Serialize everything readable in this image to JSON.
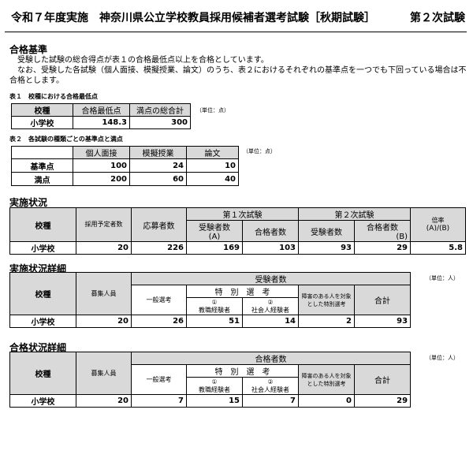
{
  "title": {
    "left": "令和７年度実施　神奈川県公立学校教員採用候補者選考試験［秋期試験］",
    "right": "第２次試験"
  },
  "pass_criteria": {
    "heading": "合格基準",
    "line1": "受験した試験の総合得点が表１の合格最低点以上を合格としています。",
    "line2": "なお、受験した各試験（個人面接、模擬授業、論文）のうち、表２におけるそれぞれの基準点を一つでも下回っている場合は不合格とします。"
  },
  "table1": {
    "caption": "表１　校種における合格最低点",
    "unit": "（単位：点）",
    "headers": [
      "校種",
      "合格最低点",
      "満点の総合計"
    ],
    "rows": [
      [
        "小学校",
        "148.3",
        "300"
      ]
    ]
  },
  "table2": {
    "caption": "表２　各試験の種類ごとの基準点と満点",
    "unit": "（単位：点）",
    "headers": [
      "",
      "個人面接",
      "模擬授業",
      "論文"
    ],
    "rows": [
      [
        "基準点",
        "100",
        "24",
        "10"
      ],
      [
        "満点",
        "200",
        "60",
        "40"
      ]
    ]
  },
  "status": {
    "heading": "実施状況",
    "h_school": "校種",
    "h_planned": "採用予定者数",
    "h_applicants": "応募者数",
    "h_first": "第１次試験",
    "h_second": "第２次試験",
    "h_examinees_a": "受験者数",
    "h_a": "(A)",
    "h_pass1": "合格者数",
    "h_examinees2": "受験者数",
    "h_pass2": "合格者数",
    "h_b": "(B)",
    "h_ratio": "倍率",
    "h_ratio_sub": "(A)/(B)",
    "row": [
      "小学校",
      "20",
      "226",
      "169",
      "103",
      "93",
      "29",
      "5.8"
    ]
  },
  "detail": {
    "heading": "実施状況詳細",
    "unit": "（単位：人）",
    "h_school": "校種",
    "h_recruit": "募集人員",
    "h_group": "受験者数",
    "h_general": "一般選考",
    "h_special": "特　別　選　考",
    "h_teacher_num": "①",
    "h_teacher": "教職経験者",
    "h_society_num": "②",
    "h_society": "社会人経験者",
    "h_disability": "障害のある人を対象とした特別選考",
    "h_total": "合計",
    "row": [
      "小学校",
      "20",
      "26",
      "51",
      "14",
      "2",
      "93"
    ]
  },
  "pass_detail": {
    "heading": "合格状況詳細",
    "unit": "（単位：人）",
    "h_school": "校種",
    "h_recruit": "募集人員",
    "h_group": "合格者数",
    "h_general": "一般選考",
    "h_special": "特　別　選　考",
    "h_teacher_num": "①",
    "h_teacher": "教職経験者",
    "h_society_num": "②",
    "h_society": "社会人経験者",
    "h_disability": "障害のある人を対象とした特別選考",
    "h_total": "合計",
    "row": [
      "小学校",
      "20",
      "7",
      "15",
      "7",
      "0",
      "29"
    ]
  }
}
